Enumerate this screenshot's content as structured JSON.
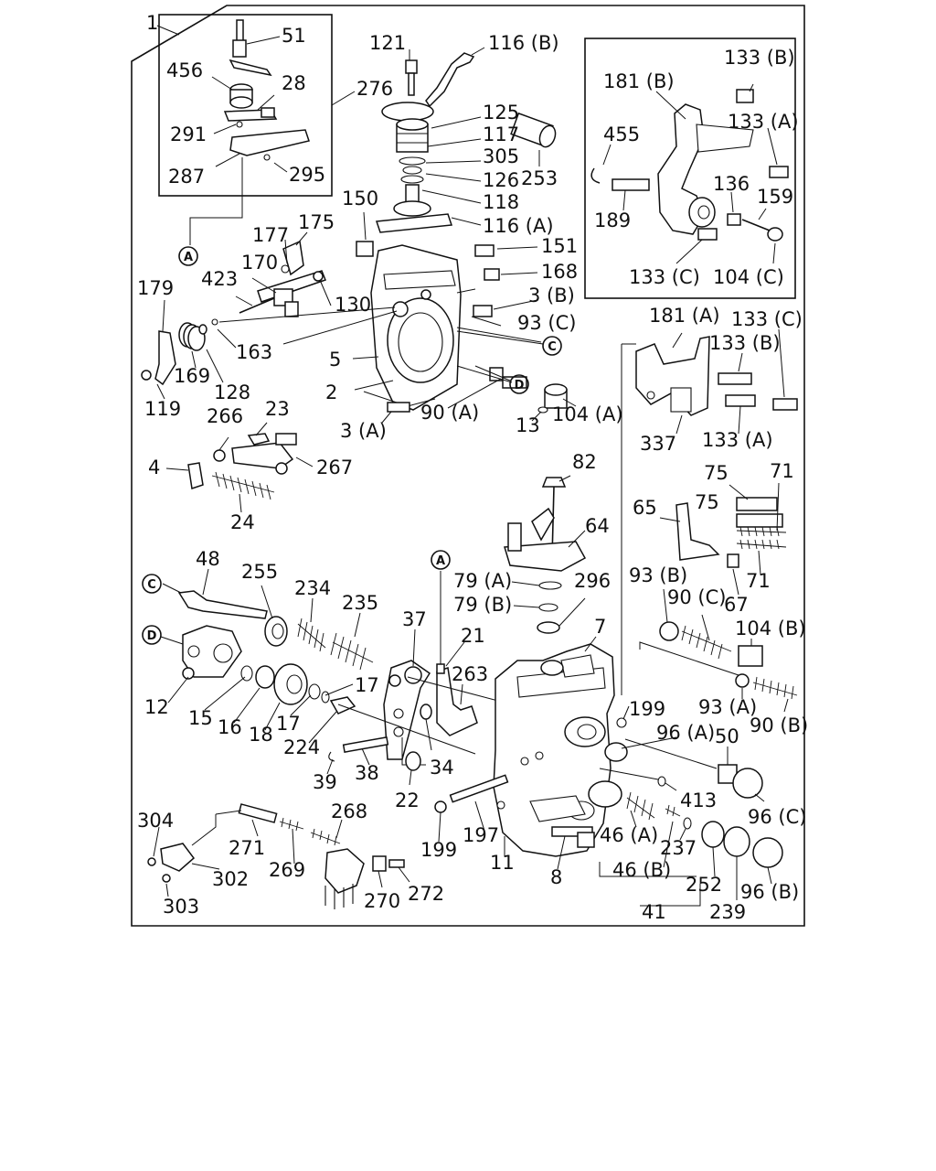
{
  "callouts": {
    "A": "A",
    "C": "C",
    "D": "D"
  },
  "labels": {
    "l1": "1",
    "l51": "51",
    "l456": "456",
    "l28": "28",
    "l276": "276",
    "l291": "291",
    "l287": "287",
    "l295": "295",
    "l121": "121",
    "l116B": "116 (B)",
    "l125": "125",
    "l117": "117",
    "l305": "305",
    "l126": "126",
    "l118": "118",
    "l116A": "116 (A)",
    "l150": "150",
    "l253": "253",
    "l151": "151",
    "l168": "168",
    "l3B": "3 (B)",
    "l93C": "93 (C)",
    "l177": "177",
    "l175": "175",
    "l170": "170",
    "l423": "423",
    "l179": "179",
    "l130": "130",
    "l169": "169",
    "l163": "163",
    "l128": "128",
    "l119": "119",
    "l5": "5",
    "l2": "2",
    "l90A": "90 (A)",
    "l3A": "3 (A)",
    "l13": "13",
    "l104A": "104 (A)",
    "l133B_top": "133 (B)",
    "l181B": "181 (B)",
    "l133A_top": "133 (A)",
    "l455": "455",
    "l136": "136",
    "l159": "159",
    "l189": "189",
    "l133C_top": "133 (C)",
    "l104C": "104 (C)",
    "l181A": "181 (A)",
    "l133C_mid": "133 (C)",
    "l133B_mid": "133 (B)",
    "l337": "337",
    "l133A_mid": "133 (A)",
    "l266": "266",
    "l23": "23",
    "l267": "267",
    "l4": "4",
    "l24": "24",
    "l82": "82",
    "l64": "64",
    "l75a": "75",
    "l71a": "71",
    "l65": "65",
    "l75b": "75",
    "l67": "67",
    "l71b": "71",
    "l48": "48",
    "l255": "255",
    "l234": "234",
    "l235": "235",
    "l37": "37",
    "l79A": "79 (A)",
    "l296": "296",
    "l93B": "93 (B)",
    "l79B": "79 (B)",
    "l90C": "90 (C)",
    "l104B": "104 (B)",
    "l7": "7",
    "l21": "21",
    "l263": "263",
    "l12": "12",
    "l15": "15",
    "l16": "16",
    "l18": "18",
    "l17a": "17",
    "l17b": "17",
    "l224": "224",
    "l199a": "199",
    "l93A": "93 (A)",
    "l90B": "90 (B)",
    "l96A": "96 (A)",
    "l50": "50",
    "l34": "34",
    "l39": "39",
    "l38": "38",
    "l22": "22",
    "l413": "413",
    "l96C": "96 (C)",
    "l304": "304",
    "l268": "268",
    "l271": "271",
    "l269": "269",
    "l302": "302",
    "l303": "303",
    "l270": "270",
    "l272": "272",
    "l199b": "199",
    "l197": "197",
    "l11": "11",
    "l8": "8",
    "l46A": "46 (A)",
    "l237": "237",
    "l46B": "46 (B)",
    "l252": "252",
    "l96B": "96 (B)",
    "l239": "239",
    "l41": "41"
  }
}
